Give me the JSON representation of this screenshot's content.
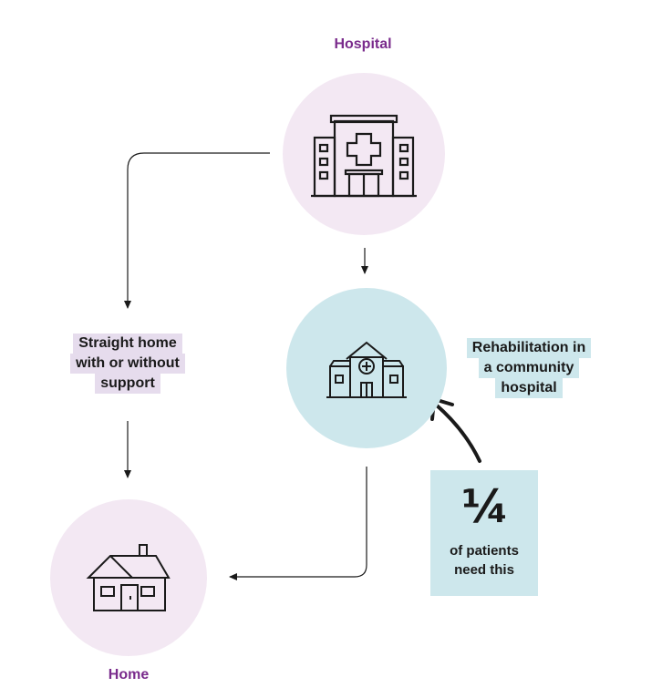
{
  "nodes": {
    "hospital": {
      "title": "Hospital"
    },
    "straight_home": {
      "lines": [
        "Straight home",
        "with or without",
        "support"
      ]
    },
    "rehab": {
      "lines": [
        "Rehabilitation in",
        "a community",
        "hospital"
      ]
    },
    "home": {
      "title": "Home"
    }
  },
  "stat": {
    "fraction": "¼",
    "caption_lines": [
      "of patients",
      "need this"
    ]
  },
  "icons": {
    "hospital": "hospital-building-icon",
    "community_hospital": "community-hospital-icon",
    "home": "house-icon"
  },
  "colors": {
    "title_purple": "#7a2b8c",
    "circle_pink": "#f3e8f3",
    "circle_blue": "#cde7ec",
    "label_purple": "#e6dced",
    "label_teal": "#cde7ec"
  }
}
